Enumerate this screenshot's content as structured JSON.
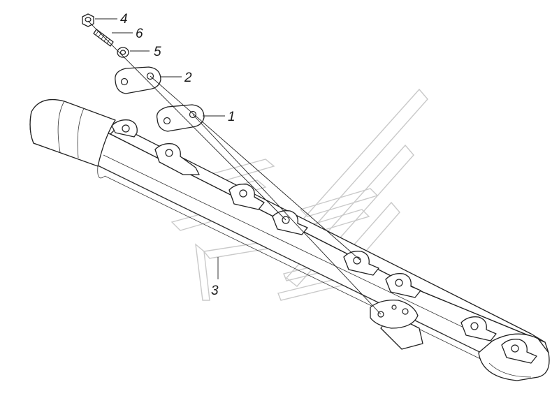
{
  "labels": {
    "p1": "1",
    "p2": "2",
    "p3": "3",
    "p4": "4",
    "p5": "5",
    "p6": "6"
  }
}
